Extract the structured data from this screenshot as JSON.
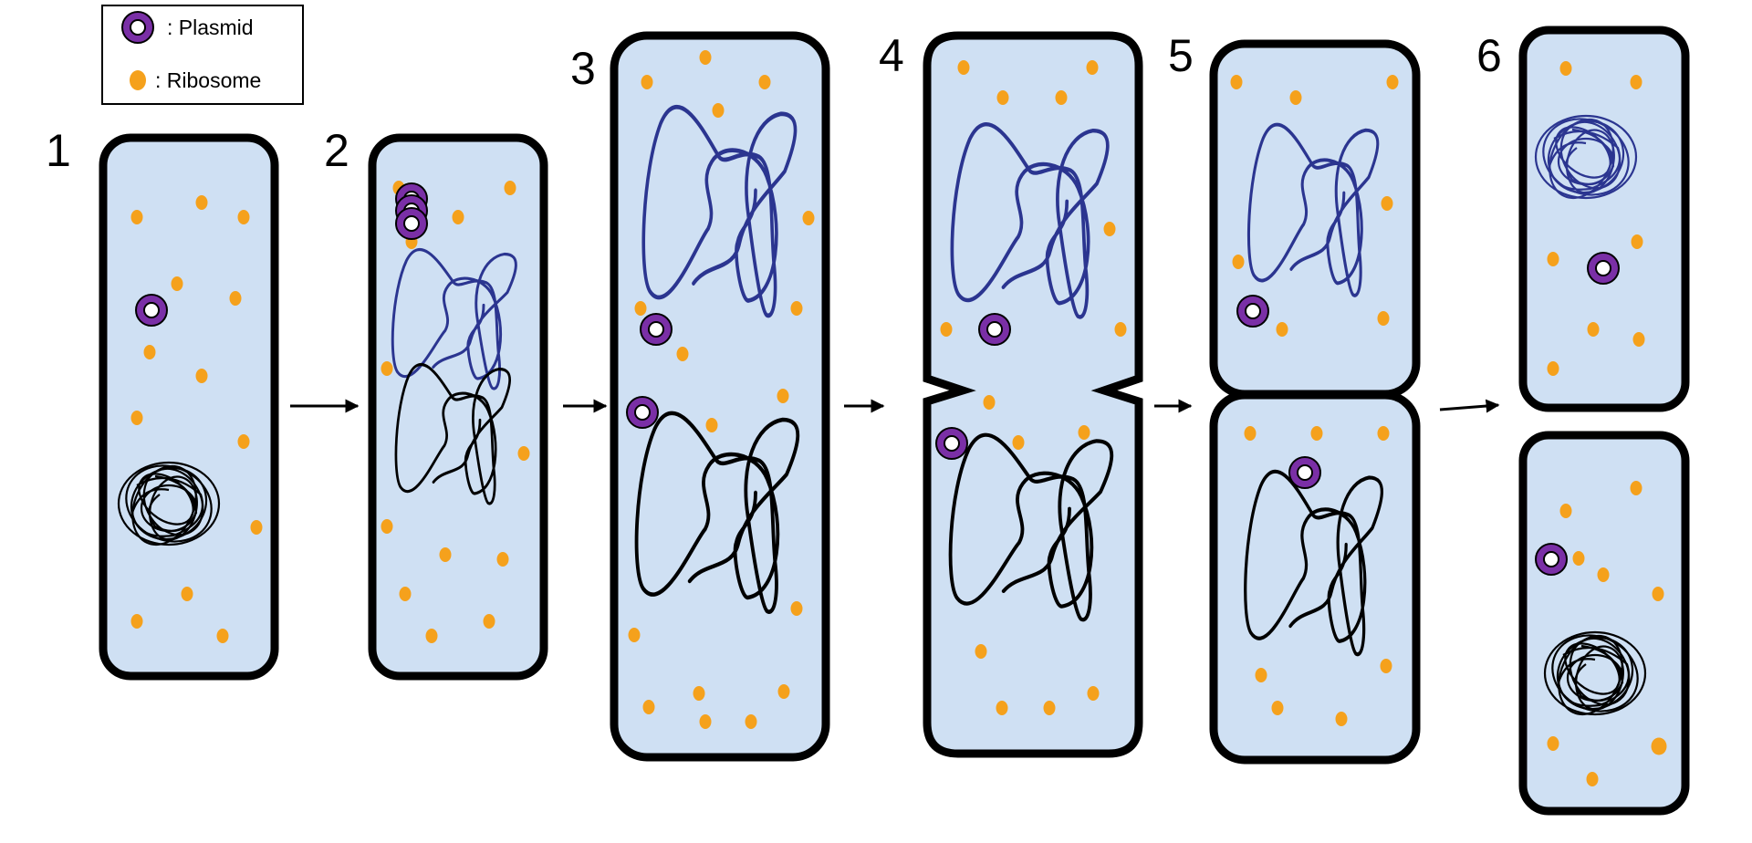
{
  "legend": {
    "plasmid_label": ": Plasmid",
    "ribosome_label": ": Ribosome"
  },
  "steps": [
    {
      "label": "1"
    },
    {
      "label": "2"
    },
    {
      "label": "3"
    },
    {
      "label": "4"
    },
    {
      "label": "5"
    },
    {
      "label": "6"
    }
  ],
  "colors": {
    "cytoplasm": "#cfe0f3",
    "membrane": "#000000",
    "ribosome": "#f5a11c",
    "plasmid_ring": "#7a2fa6",
    "plasmid_inner": "#ffffff",
    "dna_new": "#2b3590",
    "dna_original": "#000000",
    "arrow": "#000000"
  }
}
